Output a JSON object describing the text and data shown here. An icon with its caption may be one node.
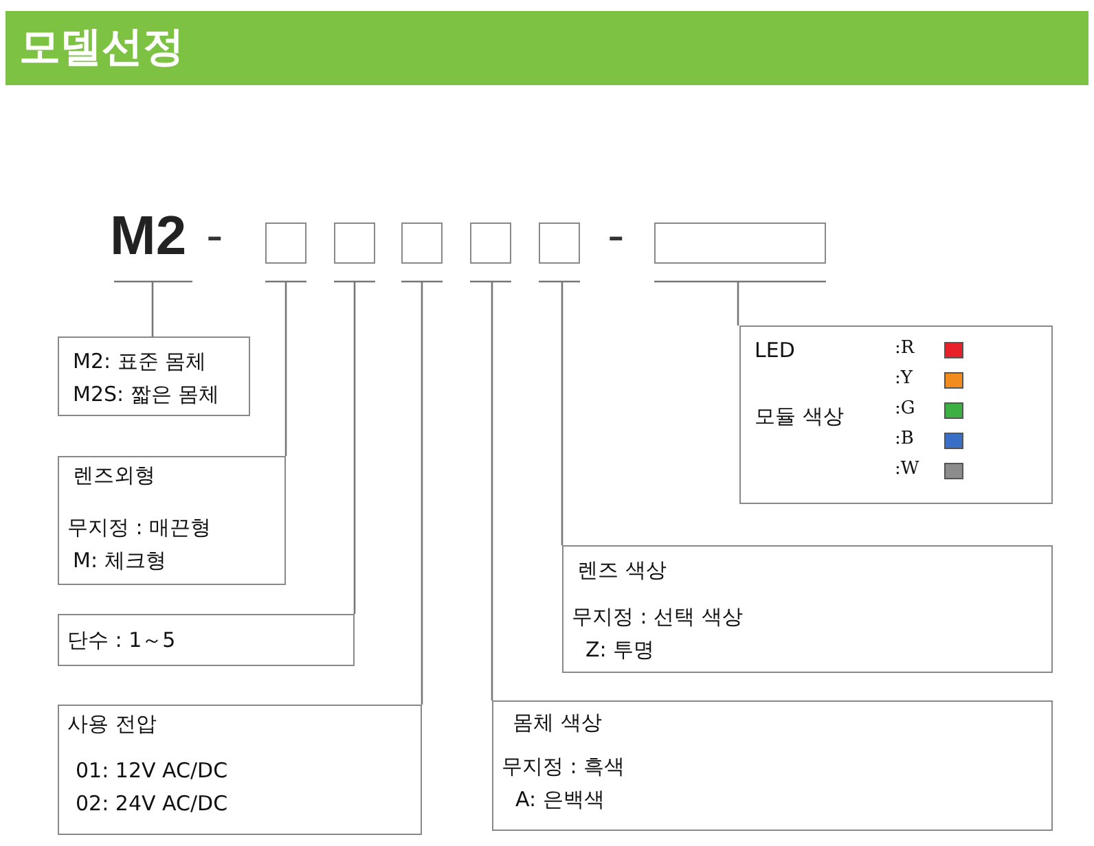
{
  "diagram": {
    "title": "모델선정",
    "nodes": [
      {
        "text": [
          "M2"
        ]
      },
      {
        "text": [],
        "shape": "box"
      },
      {
        "text": [],
        "shape": "box"
      },
      {
        "text": [],
        "shape": "box"
      },
      {
        "text": [],
        "shape": "box"
      },
      {
        "text": [],
        "shape": "box"
      },
      {
        "text": [],
        "shape": "box"
      },
      {
        "text": [
          "M2: 표준 몸체",
          "M2S: 짧은 몸체"
        ]
      },
      {
        "text": [
          "렌즈외형",
          "무지정 : 매끈형",
          "M: 체크형"
        ]
      },
      {
        "text": [
          "단수 : 1～5"
        ]
      },
      {
        "text": [
          "사용 전압",
          "01: 12V AC/DC",
          "02: 24V AC/DC"
        ]
      },
      {
        "text": [
          "렌즈 색상",
          "무지정 : 선택 색상",
          "Z: 투명"
        ]
      },
      {
        "text": [
          "몸체 색상",
          "무지정 : 흑색",
          "A: 은백색"
        ]
      },
      {
        "text": [
          "LED",
          "모듈 색상"
        ]
      }
    ],
    "edges": [
      {
        "from": 0,
        "to": 7,
        "arrow": "none"
      },
      {
        "from": 1,
        "to": 8,
        "arrow": "none"
      },
      {
        "from": 2,
        "to": 9,
        "arrow": "none"
      },
      {
        "from": 3,
        "to": 10,
        "arrow": "none"
      },
      {
        "from": 4,
        "to": 12,
        "arrow": "none"
      },
      {
        "from": 5,
        "to": 11,
        "arrow": "none"
      },
      {
        "from": 6,
        "to": 13,
        "arrow": "none"
      }
    ],
    "labels": [
      "-",
      "-"
    ],
    "legend": [
      {
        "text": ":R",
        "color": "#e8202a"
      },
      {
        "text": ":Y",
        "color": "#f28c1e"
      },
      {
        "text": ":G",
        "color": "#3cb043"
      },
      {
        "text": ":B",
        "color": "#3a6fc8"
      },
      {
        "text": ":W",
        "color": "#8c8c8c"
      }
    ]
  }
}
